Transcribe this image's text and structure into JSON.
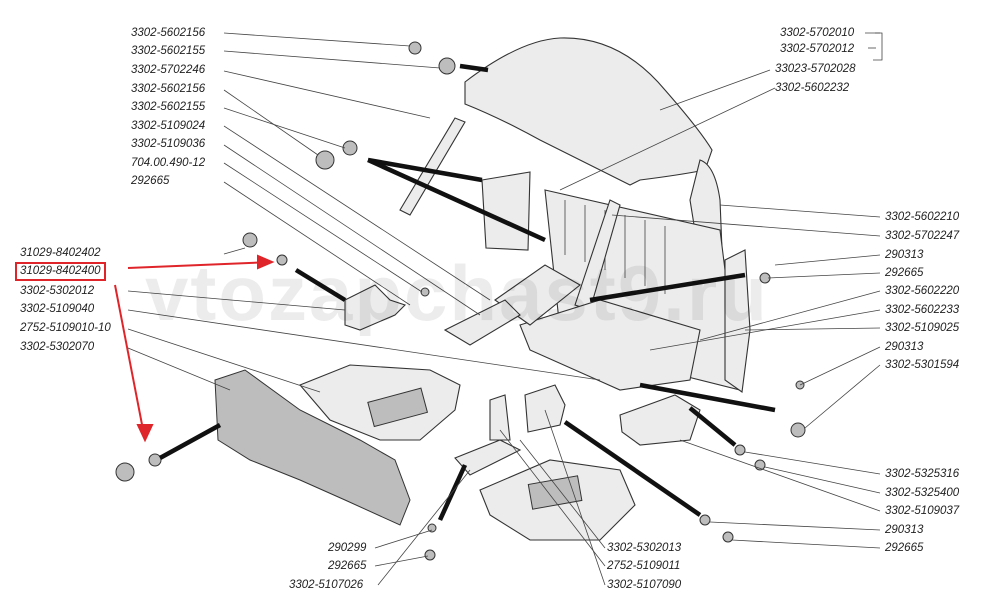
{
  "watermark": "vtozapchast9.ru",
  "labels_left": [
    "3302-5602156",
    "3302-5602155",
    "3302-5702246",
    "3302-5602156",
    "3302-5602155",
    "3302-5109024",
    "3302-5109036",
    "704.00.490-12",
    "292665",
    "31029-8402402",
    "31029-8402400",
    "3302-5302012",
    "3302-5109040",
    "2752-5109010-10",
    "3302-5302070"
  ],
  "labels_right": [
    "3302-5702010",
    "3302-5702012",
    "33023-5702028",
    "3302-5602232",
    "3302-5602210",
    "3302-5702247",
    "290313",
    "292665",
    "3302-5602220",
    "3302-5602233",
    "3302-5109025",
    "290313",
    "3302-5301594",
    "3302-5325316",
    "3302-5325400",
    "3302-5109037",
    "290313",
    "292665"
  ],
  "labels_bottom": [
    "290299",
    "292665",
    "3302-5107026",
    "3302-5302013",
    "2752-5109011",
    "3302-5107090"
  ],
  "highlighted_part": "31029-8402400",
  "colors": {
    "highlight": "#e0252a",
    "line": "#333333"
  }
}
